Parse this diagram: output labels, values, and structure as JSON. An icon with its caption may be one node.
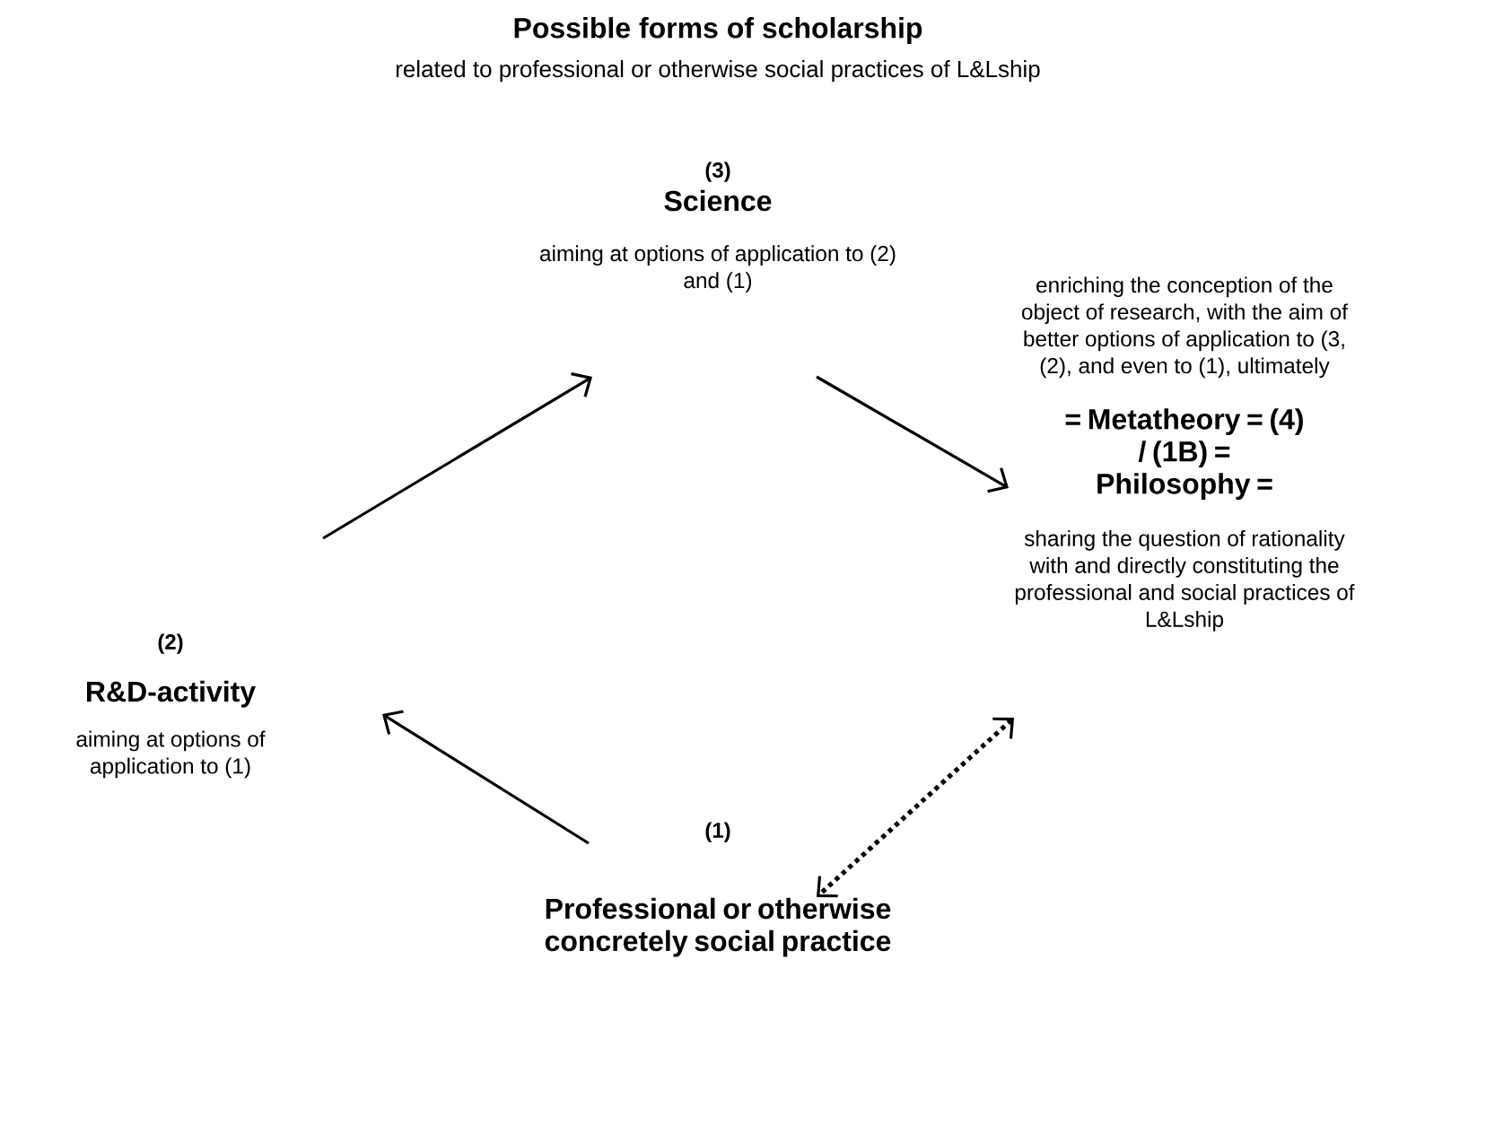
{
  "diagram": {
    "title": "Possible forms of scholarship",
    "nodes": [
      {
        "text": [
          "(3)",
          "Science",
          "aiming at options of application to (2) and (1)"
        ]
      },
      {
        "text": [
          "enriching the conception of the object of research, with the aim of better options of application to (3, (2), and even to (1), ultimately",
          "= Metatheory = (4) / (1B) = Philosophy =",
          "sharing the question of rationality with and directly constituting the professional and social practices of L&Lship"
        ]
      },
      {
        "text": [
          "(1)",
          "Professional or otherwise concretely social practice"
        ]
      },
      {
        "text": [
          "(2)",
          "R&D-activity",
          "aiming at options of application to (1)"
        ]
      }
    ],
    "edges": [
      {
        "from": 3,
        "to": 0,
        "arrow": "to"
      },
      {
        "from": 0,
        "to": 1,
        "arrow": "to"
      },
      {
        "from": 1,
        "to": 2,
        "arrow": "both",
        "style": "dashed"
      },
      {
        "from": 2,
        "to": 3,
        "arrow": "to"
      }
    ],
    "labels": [
      "related to professional or otherwise social practices of L&Lship"
    ]
  }
}
